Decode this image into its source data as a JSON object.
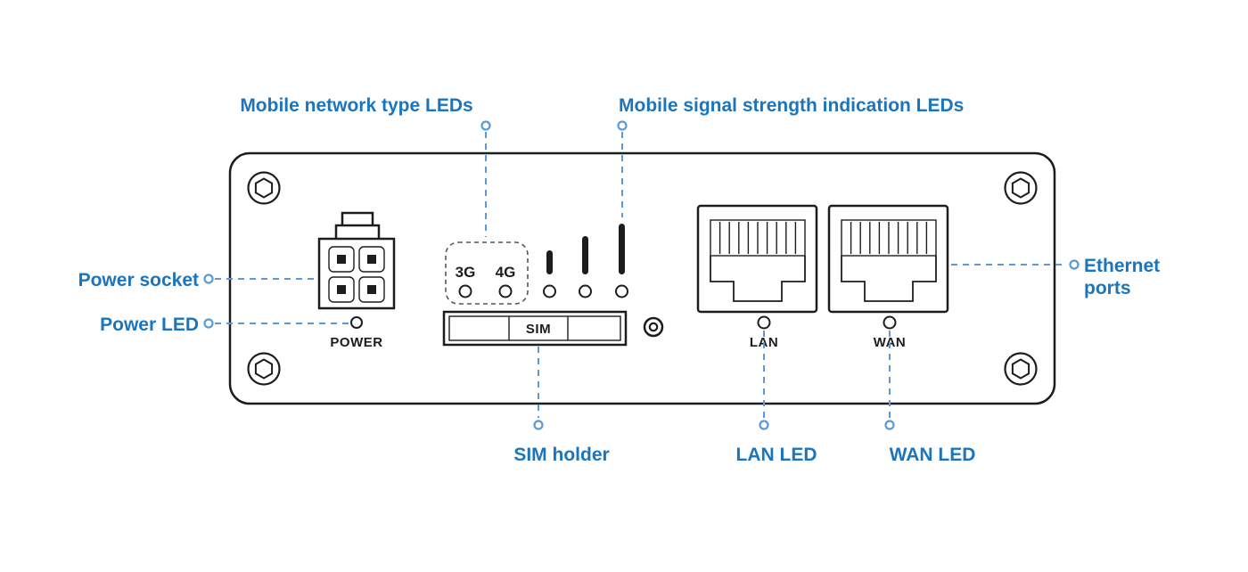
{
  "colors": {
    "callout_text": "#1c75bc",
    "callout_line": "#5b9bd5",
    "device_outline": "#1d1d1d"
  },
  "callouts": {
    "mobile_network_type": "Mobile network type LEDs",
    "mobile_signal_strength": "Mobile signal strength indication LEDs",
    "power_socket": "Power socket",
    "power_led": "Power LED",
    "ethernet_line1": "Ethernet",
    "ethernet_line2": "ports",
    "sim_holder": "SIM holder",
    "lan_led": "LAN LED",
    "wan_led": "WAN LED"
  },
  "device": {
    "labels": {
      "power": "POWER",
      "sim": "SIM",
      "lan": "LAN",
      "wan": "WAN",
      "net_3g": "3G",
      "net_4g": "4G"
    }
  }
}
